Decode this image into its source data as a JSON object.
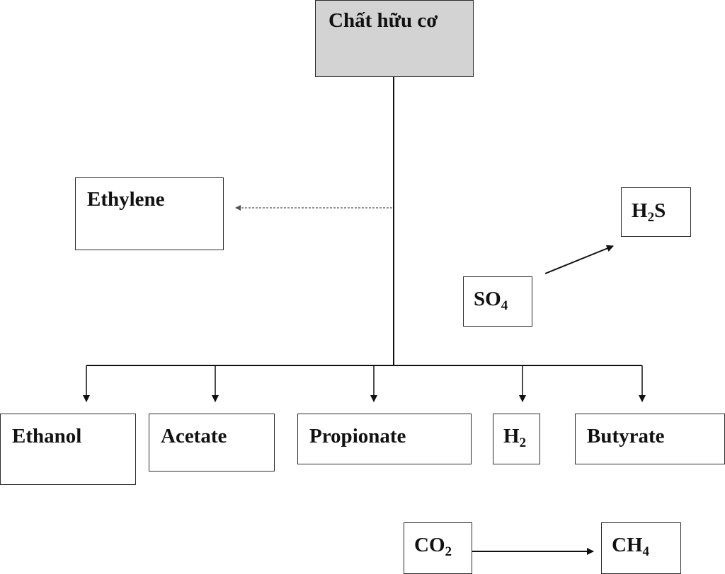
{
  "nodes": {
    "root": {
      "text": "Chất hữu cơ"
    },
    "ethylene": {
      "text": "Ethylene"
    },
    "h2s": {
      "main": "H",
      "sub": "2",
      "rest": "S"
    },
    "so4": {
      "main": "SO",
      "sub": "4"
    },
    "ethanol": {
      "text": "Ethanol"
    },
    "acetate": {
      "text": "Acetate"
    },
    "propionate": {
      "text": "Propionate"
    },
    "h2": {
      "main": "H",
      "sub": "2"
    },
    "butyrate": {
      "text": "Butyrate"
    },
    "co2": {
      "main": "CO",
      "sub": "2"
    },
    "ch4": {
      "main": "CH",
      "sub": "4"
    }
  },
  "colors": {
    "root_fill": "#d3d3d3",
    "border": "#2b2b2b",
    "line": "#111111",
    "dotted_line": "#555555"
  }
}
